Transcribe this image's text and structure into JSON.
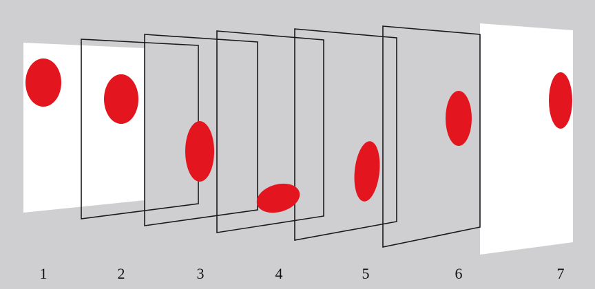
{
  "diagram": {
    "background_color": "#cfcfd1",
    "panel_color": "#ffffff",
    "outline_color": "#1a1a1a",
    "dot_color": "#e3151f",
    "frames": [
      {
        "label": "1",
        "style": "filled",
        "dot": "circle"
      },
      {
        "label": "2",
        "style": "outline",
        "dot": "circle"
      },
      {
        "label": "3",
        "style": "outline",
        "dot": "tall-ellipse"
      },
      {
        "label": "4",
        "style": "outline",
        "dot": "tilted-ellipse"
      },
      {
        "label": "5",
        "style": "outline",
        "dot": "tall-ellipse"
      },
      {
        "label": "6",
        "style": "outline",
        "dot": "tall-ellipse"
      },
      {
        "label": "7",
        "style": "filled",
        "dot": "tall-ellipse"
      }
    ]
  }
}
